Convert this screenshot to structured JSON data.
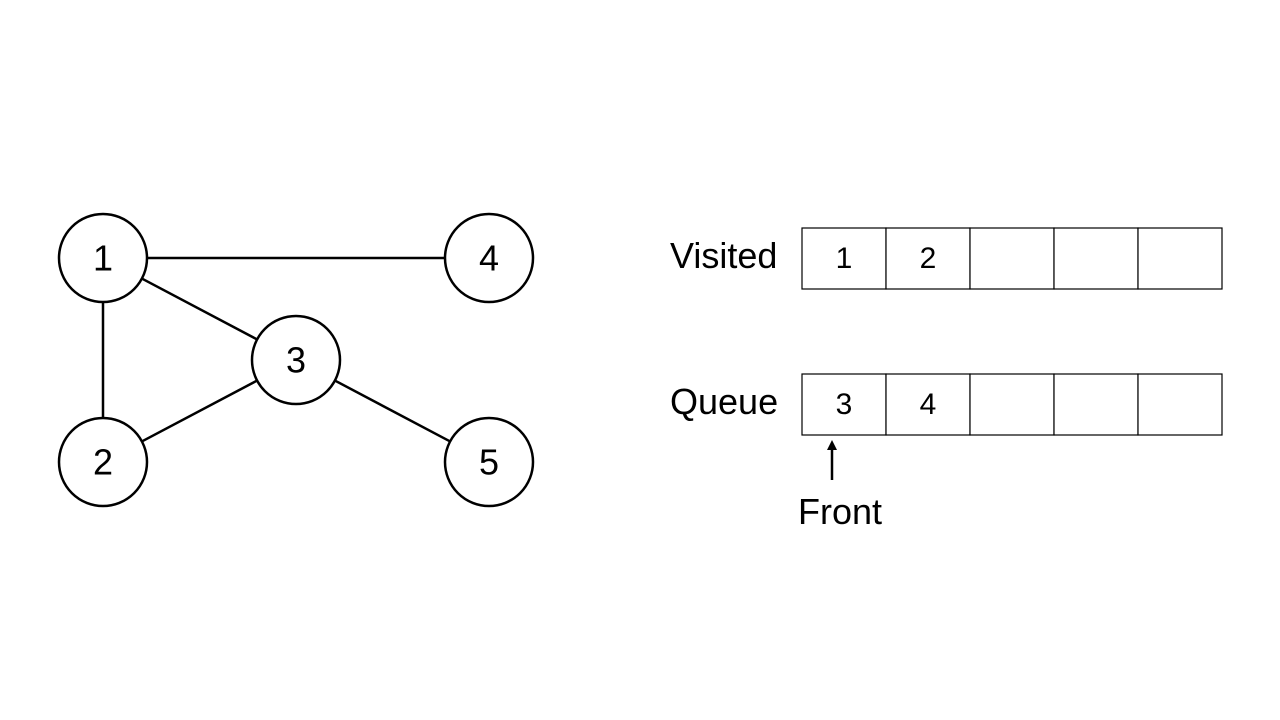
{
  "graph": {
    "nodes": [
      {
        "id": "1",
        "label": "1"
      },
      {
        "id": "2",
        "label": "2"
      },
      {
        "id": "3",
        "label": "3"
      },
      {
        "id": "4",
        "label": "4"
      },
      {
        "id": "5",
        "label": "5"
      }
    ],
    "edges": [
      [
        "1",
        "4"
      ],
      [
        "1",
        "3"
      ],
      [
        "1",
        "2"
      ],
      [
        "2",
        "3"
      ],
      [
        "3",
        "5"
      ]
    ]
  },
  "visited": {
    "label": "Visited",
    "cells": [
      "1",
      "2",
      "",
      "",
      ""
    ]
  },
  "queue": {
    "label": "Queue",
    "cells": [
      "3",
      "4",
      "",
      "",
      ""
    ],
    "front_label": "Front",
    "front_index": 0
  }
}
